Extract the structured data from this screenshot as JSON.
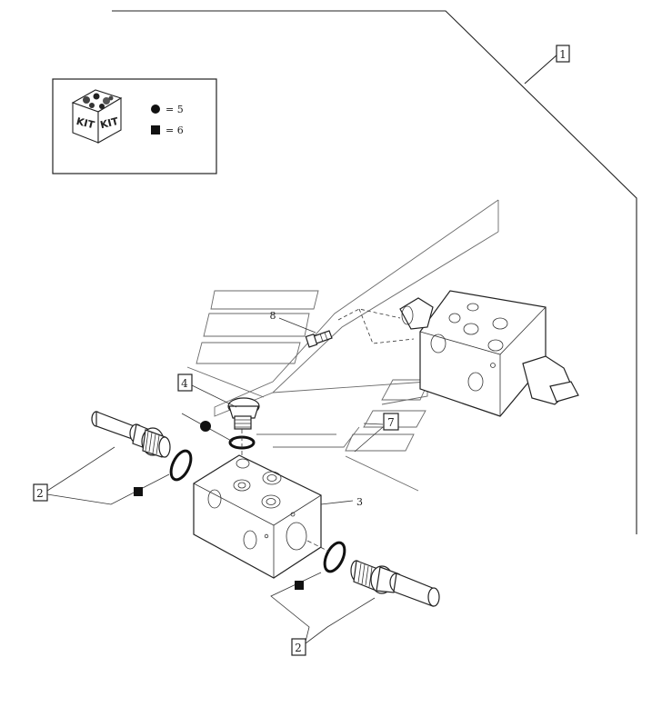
{
  "kit_legend": {
    "kit_label_left": "KIT",
    "kit_label_right": "KIT",
    "circle_kit_text": "= 5",
    "square_kit_text": "= 6"
  },
  "callouts": {
    "assembly": "1",
    "fitting_upper_left": "2",
    "valve_block": "3",
    "plug": "4",
    "bolt": "8",
    "section_ref": "7",
    "fitting_lower_right": "2"
  }
}
